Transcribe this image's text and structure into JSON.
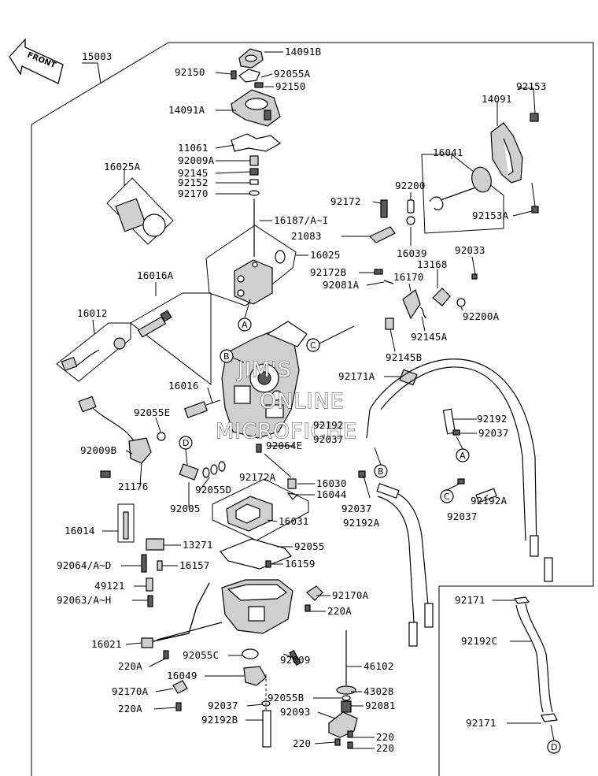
{
  "front_label": "FRONT",
  "watermark": {
    "line1": "JIM'S",
    "line2": "ONLINE",
    "line3": "MICROFICHE"
  },
  "callouts": {
    "A": "A",
    "B": "B",
    "C": "C",
    "D": "D"
  },
  "labels": {
    "l15003": "15003",
    "l14091B": "14091B",
    "l92150a": "92150",
    "l92055A": "92055A",
    "l92150b": "92150",
    "l14091A": "14091A",
    "l92153": "92153",
    "l14091": "14091",
    "l11061": "11061",
    "l92009A": "92009A",
    "l16041": "16041",
    "l16025A": "16025A",
    "l92145": "92145",
    "l92152": "92152",
    "l92170": "92170",
    "l92172": "92172",
    "l92200": "92200",
    "l92153A": "92153A",
    "l16187": "16187/A~I",
    "l21083": "21083",
    "l16039": "16039",
    "l16025": "16025",
    "l92033": "92033",
    "l13168": "13168",
    "l16016A": "16016A",
    "l92172B": "92172B",
    "l16170": "16170",
    "l92081A": "92081A",
    "l92200A": "92200A",
    "l16012": "16012",
    "l92145A": "92145A",
    "l92145B": "92145B",
    "l92171A": "92171A",
    "l16016": "16016",
    "l92055E": "92055E",
    "l92192a": "92192",
    "l92192b": "92192",
    "l92037a": "92037",
    "l92037b": "92037",
    "l92009B": "92009B",
    "l92064E": "92064E",
    "l21176": "21176",
    "l92172A": "92172A",
    "l16030": "16030",
    "l92055D": "92055D",
    "l16044": "16044",
    "l92192A": "92192A",
    "l92005": "92005",
    "l92037c": "92037",
    "l92037d": "92037",
    "l16031": "16031",
    "l92192Ab": "92192A",
    "l16014": "16014",
    "l13271": "13271",
    "l92055": "92055",
    "l92064": "92064/A~D",
    "l16157": "16157",
    "l16159": "16159",
    "l49121": "49121",
    "l92063": "92063/A~H",
    "l92170A": "92170A",
    "l220Aa": "220A",
    "l92171a": "92171",
    "l16021": "16021",
    "l220Ab": "220A",
    "l92055C": "92055C",
    "l92009": "92009",
    "l92192C": "92192C",
    "l46102": "46102",
    "l16049": "16049",
    "l92170Ab": "92170A",
    "l43028": "43028",
    "l92055B": "92055B",
    "l220Ac": "220A",
    "l92081": "92081",
    "l92037e": "92037",
    "l92093": "92093",
    "l92192B": "92192B",
    "l92171b": "92171",
    "l220a": "220",
    "l220b": "220",
    "l220c": "220"
  }
}
